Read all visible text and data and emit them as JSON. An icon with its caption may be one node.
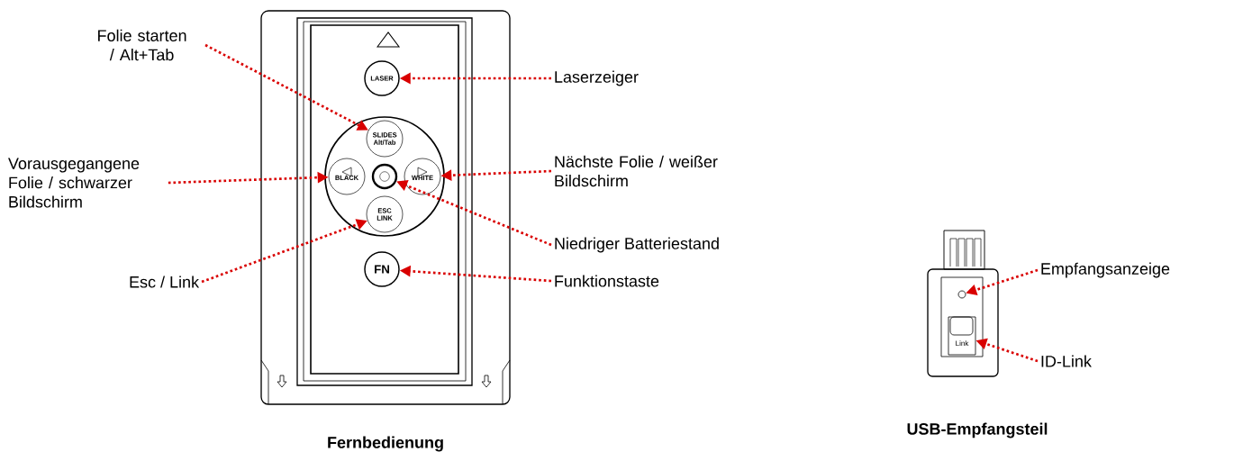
{
  "diagram": {
    "nodes": [
      {
        "text": [
          "Folie starten / Alt+Tab"
        ]
      },
      {
        "text": [
          "Laserzeiger"
        ]
      },
      {
        "text": [
          "Vorausgegangene Folie / schwarzer Bildschirm"
        ]
      },
      {
        "text": [
          "Nächste Folie / weißer Bildschirm"
        ]
      },
      {
        "text": [
          "Niedriger Batteriestand"
        ]
      },
      {
        "text": [
          "Esc / Link"
        ]
      },
      {
        "text": [
          "Funktionstaste"
        ]
      },
      {
        "text": [
          "Empfangsanzeige"
        ]
      },
      {
        "text": [
          "ID-Link"
        ]
      },
      {
        "text": [
          "LASER"
        ]
      },
      {
        "text": [
          "SLIDES Alt/Tab"
        ]
      },
      {
        "text": [
          "BLACK"
        ]
      },
      {
        "text": [],
        "shape": "circle"
      },
      {
        "text": [
          "WHITE"
        ]
      },
      {
        "text": [
          "ESC LINK"
        ]
      },
      {
        "text": [
          "FN"
        ]
      },
      {
        "text": [],
        "shape": "circle"
      },
      {
        "text": [
          "Link"
        ]
      }
    ],
    "edges": [
      {
        "from": 0,
        "to": 10,
        "arrow": "to"
      },
      {
        "from": 1,
        "to": 9,
        "arrow": "to"
      },
      {
        "from": 2,
        "to": 11,
        "arrow": "to"
      },
      {
        "from": 3,
        "to": 13,
        "arrow": "to"
      },
      {
        "from": 4,
        "to": 12,
        "arrow": "to"
      },
      {
        "from": 5,
        "to": 14,
        "arrow": "to"
      },
      {
        "from": 6,
        "to": 15,
        "arrow": "to"
      },
      {
        "from": 7,
        "to": 16,
        "arrow": "to"
      },
      {
        "from": 8,
        "to": 17,
        "arrow": "to"
      }
    ],
    "labels": [
      "USB-Empfangsteil",
      "Fernbedienung"
    ]
  }
}
